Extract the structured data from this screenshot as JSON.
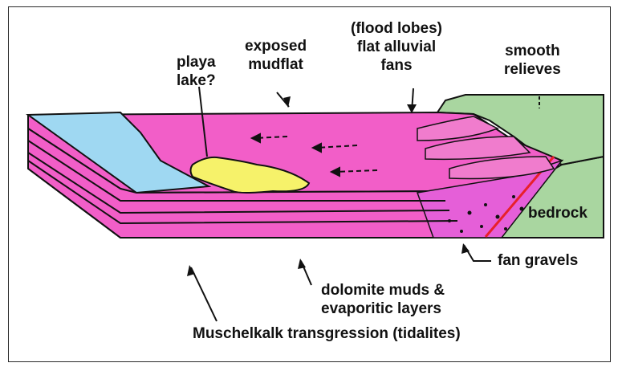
{
  "labels": {
    "playa_lake": [
      "playa",
      "lake?"
    ],
    "exposed_mudflat": [
      "exposed",
      "mudflat"
    ],
    "alluvial_fans": [
      "(flood lobes)",
      "flat alluvial",
      "fans"
    ],
    "smooth_relieves": [
      "smooth",
      "relieves"
    ],
    "bedrock": "bedrock",
    "fan_gravels": "fan gravels",
    "dolomite_muds": [
      "dolomite muds &",
      "evaporitic layers"
    ],
    "muschelkalk": "Muschelkalk transgression (tidalites)"
  },
  "colors": {
    "mudflat": "#f25ec8",
    "mudflat_dark": "#e040b0",
    "sea": "#9fd8f2",
    "playa": "#f6f26a",
    "bedrock": "#a9d6a0",
    "fault": "#e8202a",
    "line": "#111111"
  }
}
